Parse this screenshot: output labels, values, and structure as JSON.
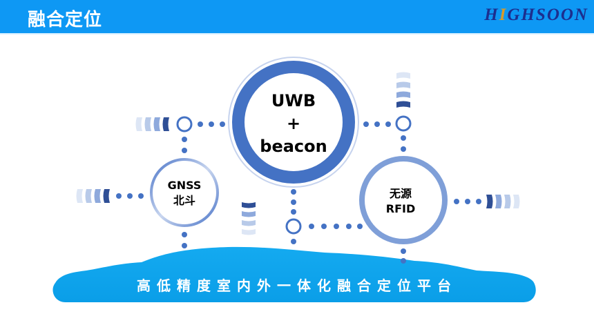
{
  "header": {
    "title": "融合定位",
    "logo_text": "HIGHSOON",
    "logo_prefix": "H",
    "logo_accent": "I",
    "logo_suffix": "GHSOON"
  },
  "colors": {
    "header_bg": "#0e98f4",
    "primary_blue": "#4472c4",
    "light_blue": "#7f9fd8",
    "cloud_blue": "#0aa2ec",
    "logo_navy": "#1c2f8f",
    "logo_gold": "#d79a2b"
  },
  "nodes": {
    "center": {
      "line1": "UWB",
      "line2": "+",
      "line3": "beacon"
    },
    "left": {
      "line1": "GNSS",
      "line2": "北斗"
    },
    "right": {
      "line1": "无源",
      "line2": "RFID"
    }
  },
  "platform": {
    "label": "高低精度室内外一体化融合定位平台"
  },
  "icons": [
    "signal-wave-icon",
    "connector-node-icon",
    "dot-icon"
  ]
}
